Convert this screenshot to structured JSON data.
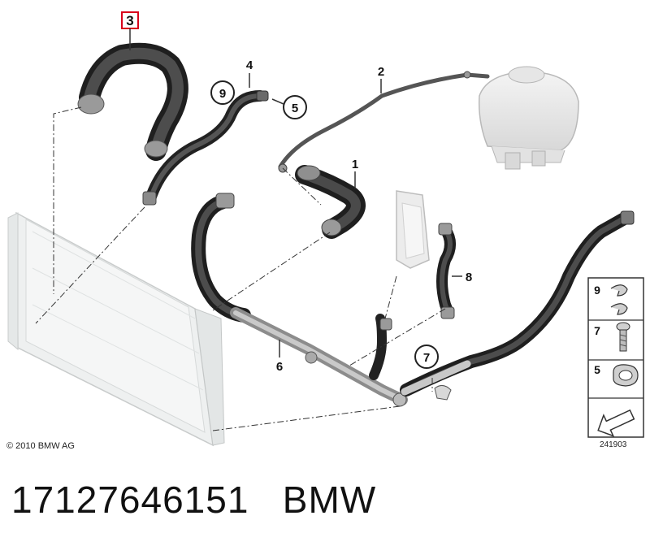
{
  "diagram": {
    "callouts": {
      "c1": "1",
      "c2": "2",
      "c3": "3",
      "c4": "4",
      "c5": "5",
      "c6": "6",
      "c7": "7",
      "c8": "8",
      "c9": "9"
    },
    "legend": {
      "l9": "9",
      "l7": "7",
      "l5": "5"
    },
    "highlight_color": "#d9001b",
    "hose_color": "#3a3a3a"
  },
  "footer": {
    "copyright": "© 2010 BMW AG",
    "diagram_number": "241903"
  },
  "caption": {
    "part_number": "17127646151",
    "brand": "BMW"
  }
}
